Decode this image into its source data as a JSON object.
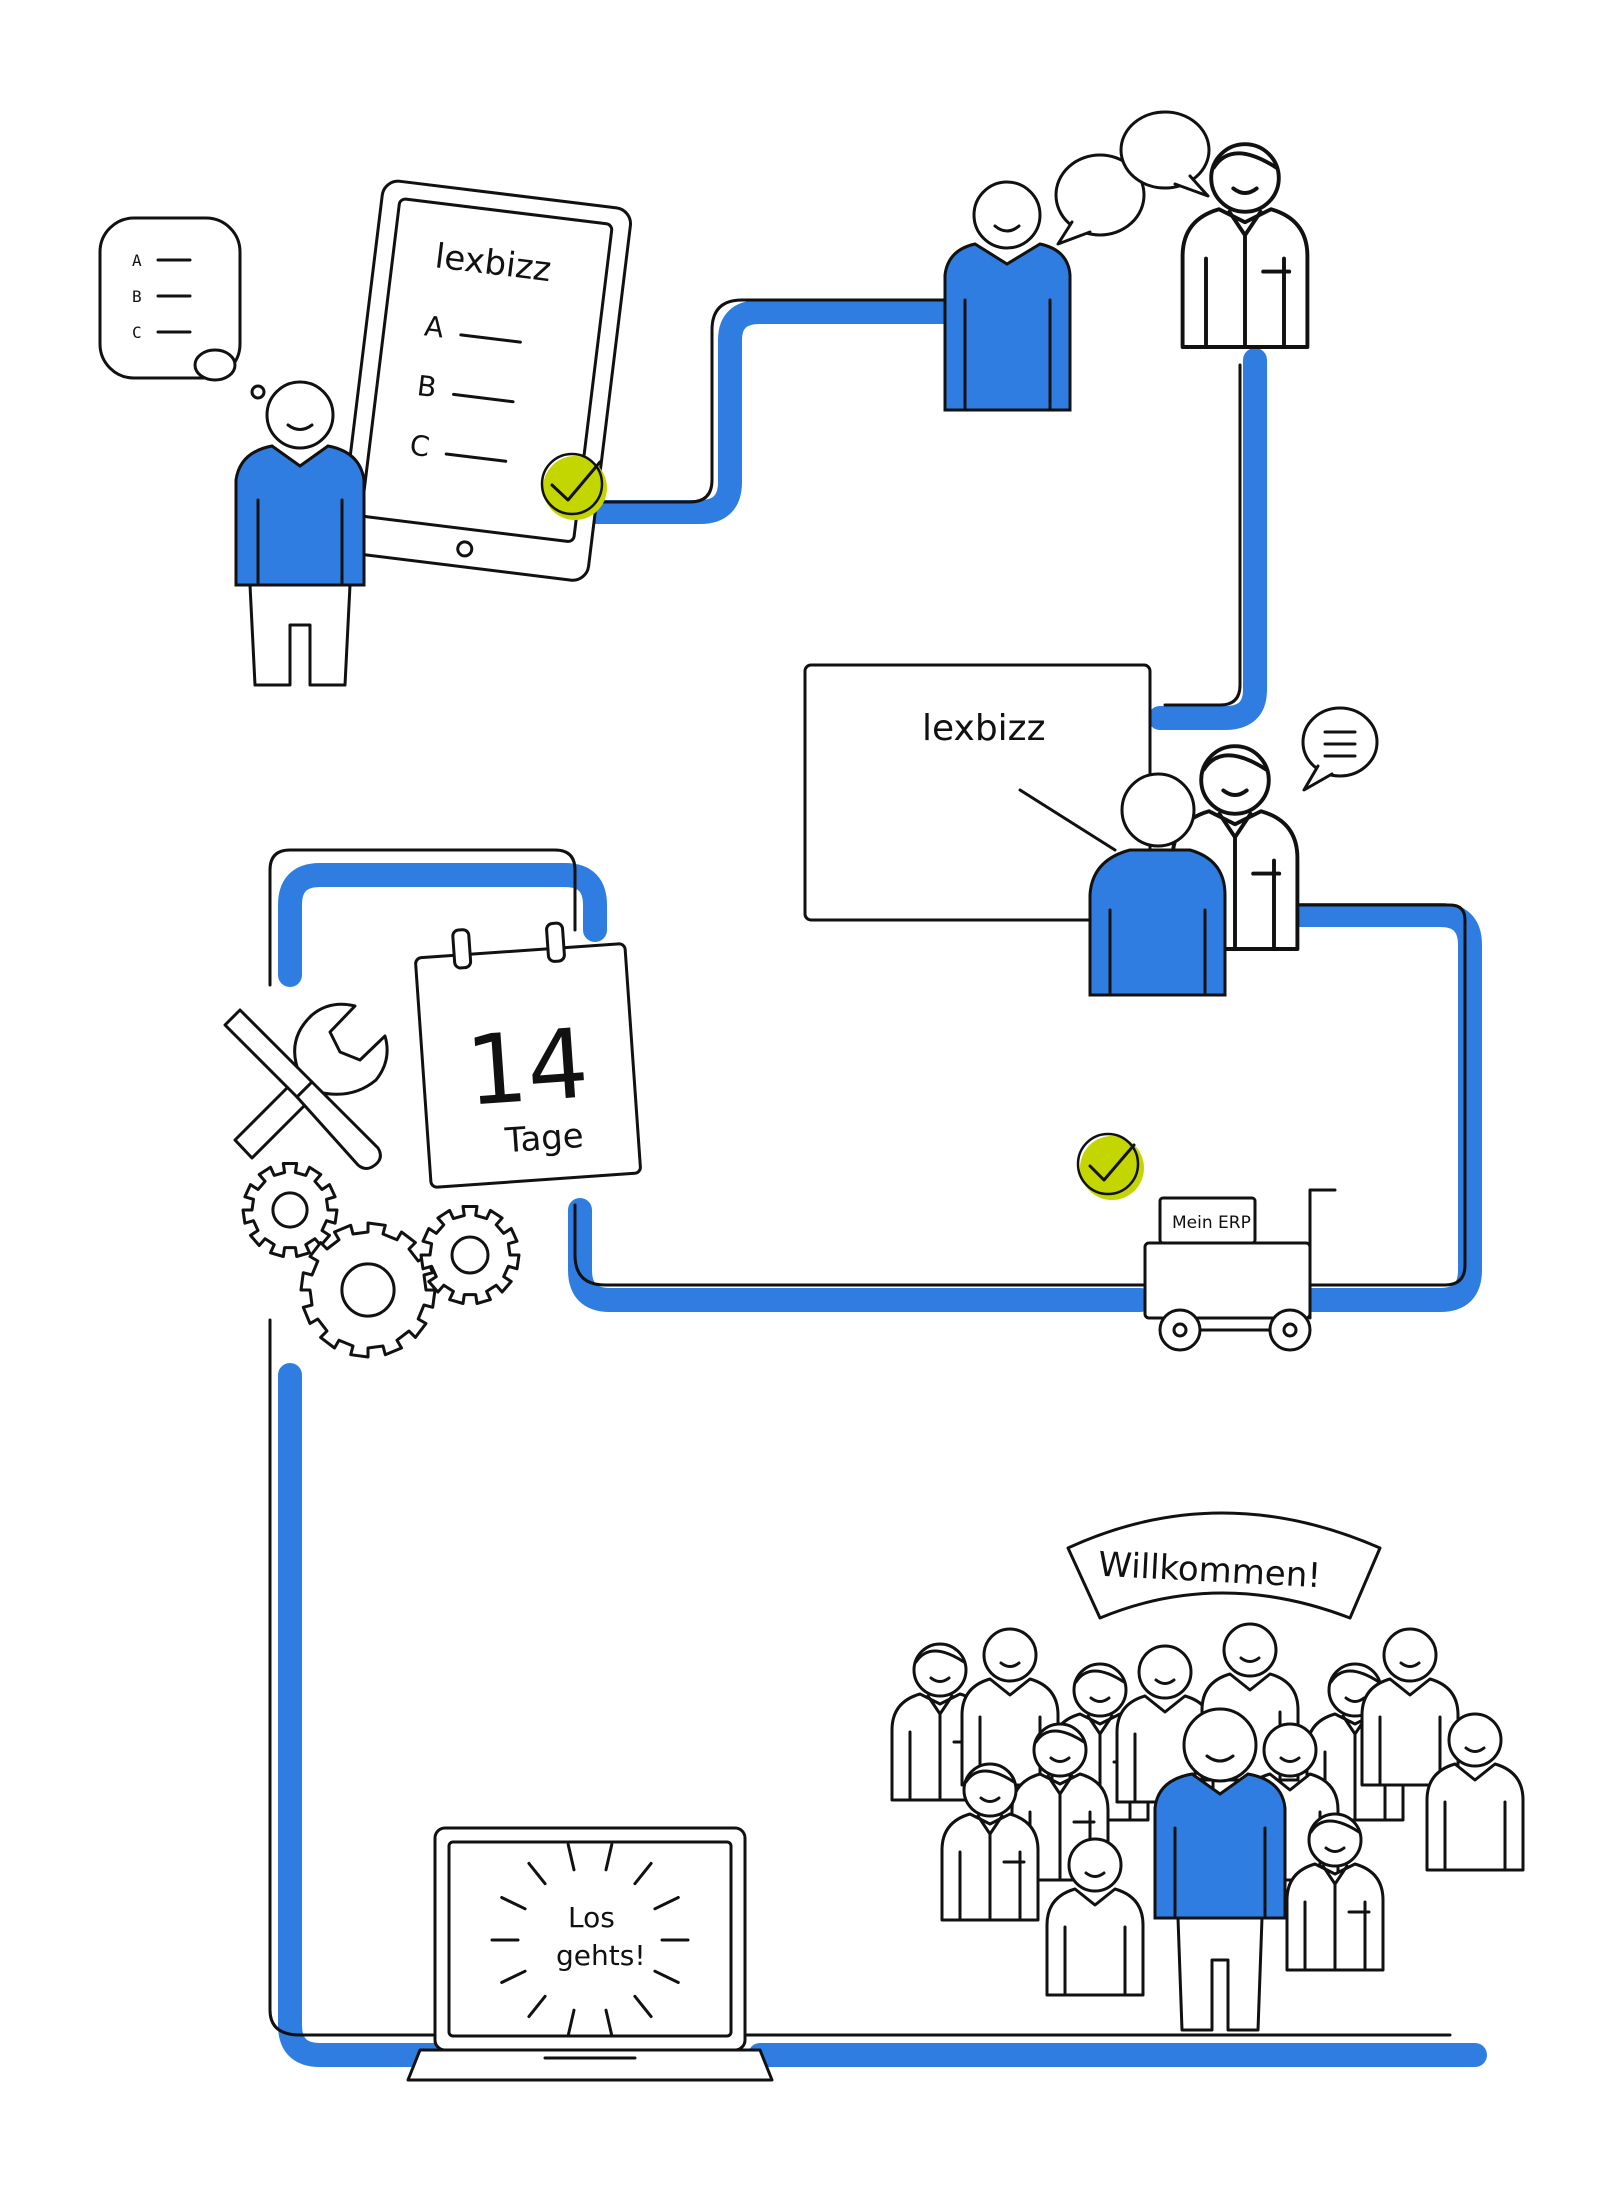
{
  "colors": {
    "path_blue": "#2f7de1",
    "shirt_blue": "#2f7de1",
    "check_green": "#c4d600",
    "ink": "#111111",
    "paper": "#ffffff"
  },
  "steps": {
    "thought_bubble": {
      "lines": [
        "A",
        "B",
        "C"
      ]
    },
    "tablet": {
      "title": "lexbizz",
      "options": [
        "A",
        "B",
        "C"
      ]
    },
    "presentation": {
      "title": "lexbizz"
    },
    "cart": {
      "label": "Mein ERP"
    },
    "calendar": {
      "number": "14",
      "unit": "Tage"
    },
    "laptop": {
      "line1": "Los",
      "line2": "gehts!"
    },
    "welcome": {
      "banner": "Willkommen!"
    }
  },
  "icons": [
    "thought-bubble-icon",
    "tablet-icon",
    "speech-bubble-icon",
    "check-icon",
    "cart-icon",
    "calendar-icon",
    "wrench-icon",
    "screwdriver-icon",
    "gear-icon",
    "laptop-icon"
  ]
}
